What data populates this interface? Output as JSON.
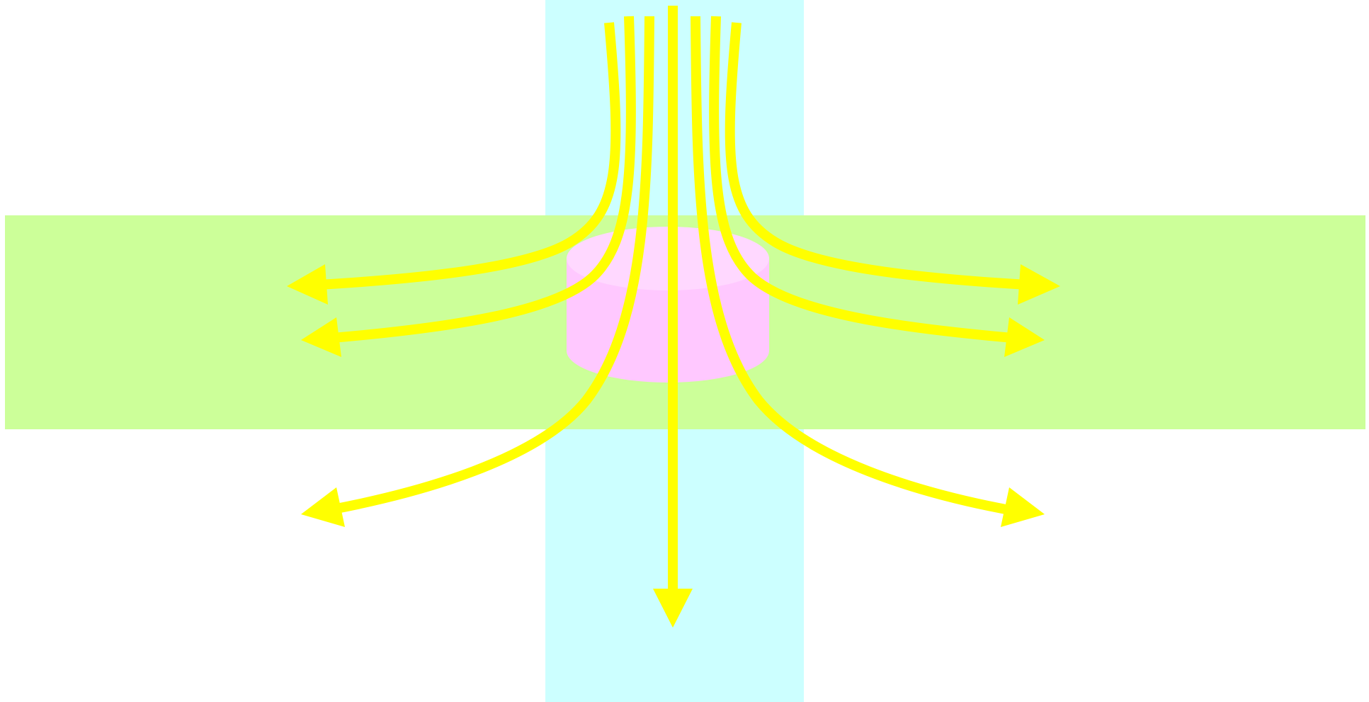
{
  "colors": {
    "background": "#ffffff",
    "vertical_band": "#ccffff",
    "horizontal_band": "#ccff99",
    "cylinder_body": "#ffc8ff",
    "cylinder_top": "#ffd8ff",
    "flow_lines": "#ffff00"
  },
  "diagram": {
    "elements": [
      "vertical-band",
      "horizontal-band",
      "cylinder",
      "flow-arrows"
    ],
    "flow_arrow_count": 7,
    "arrow_directions": [
      "left",
      "left",
      "down-left",
      "down",
      "down-right",
      "right",
      "right"
    ]
  }
}
